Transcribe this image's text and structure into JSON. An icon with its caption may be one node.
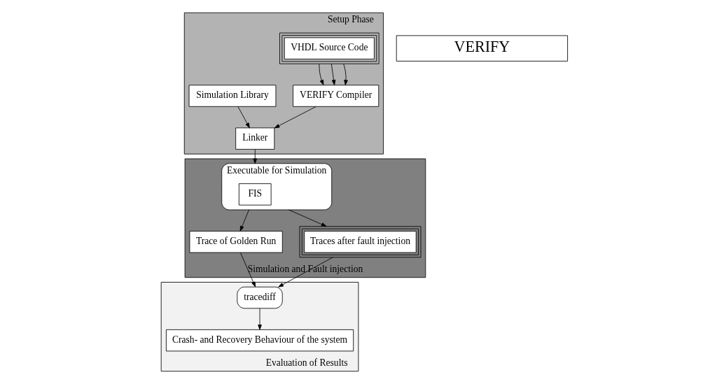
{
  "diagram": {
    "nodes": [
      {
        "text": [
          "Setup Phase"
        ]
      },
      {
        "text": [
          "VHDL Source Code"
        ],
        "in": 0
      },
      {
        "text": [
          "Simulation Library"
        ],
        "in": 0
      },
      {
        "text": [
          "VERIFY Compiler"
        ],
        "in": 0
      },
      {
        "text": [
          "Linker"
        ],
        "in": 0
      },
      {
        "text": [
          "VERIFY"
        ]
      },
      {
        "text": [
          "Simulation and Fault injection"
        ]
      },
      {
        "text": [
          "Executable for Simulation"
        ],
        "in": 6
      },
      {
        "text": [
          "FIS"
        ],
        "in": 7
      },
      {
        "text": [
          "Trace of Golden Run"
        ],
        "in": 6
      },
      {
        "text": [
          "Traces after fault injection"
        ],
        "in": 6
      },
      {
        "text": [
          "Evaluation of Results"
        ]
      },
      {
        "text": [
          "tracediff"
        ],
        "in": 11
      },
      {
        "text": [
          "Crash- and Recovery Behaviour of the system"
        ],
        "in": 11
      }
    ],
    "edges": [
      {
        "from": 1,
        "to": 3,
        "arrow": "to"
      },
      {
        "from": 1,
        "to": 3,
        "arrow": "to"
      },
      {
        "from": 1,
        "to": 3,
        "arrow": "to"
      },
      {
        "from": 2,
        "to": 4,
        "arrow": "to"
      },
      {
        "from": 3,
        "to": 4,
        "arrow": "to"
      },
      {
        "from": 4,
        "to": 7,
        "arrow": "to"
      },
      {
        "from": 7,
        "to": 9,
        "arrow": "to"
      },
      {
        "from": 7,
        "to": 10,
        "arrow": "to"
      },
      {
        "from": 9,
        "to": 12,
        "arrow": "to"
      },
      {
        "from": 10,
        "to": 12,
        "arrow": "to"
      },
      {
        "from": 12,
        "to": 13,
        "arrow": "to"
      }
    ]
  }
}
